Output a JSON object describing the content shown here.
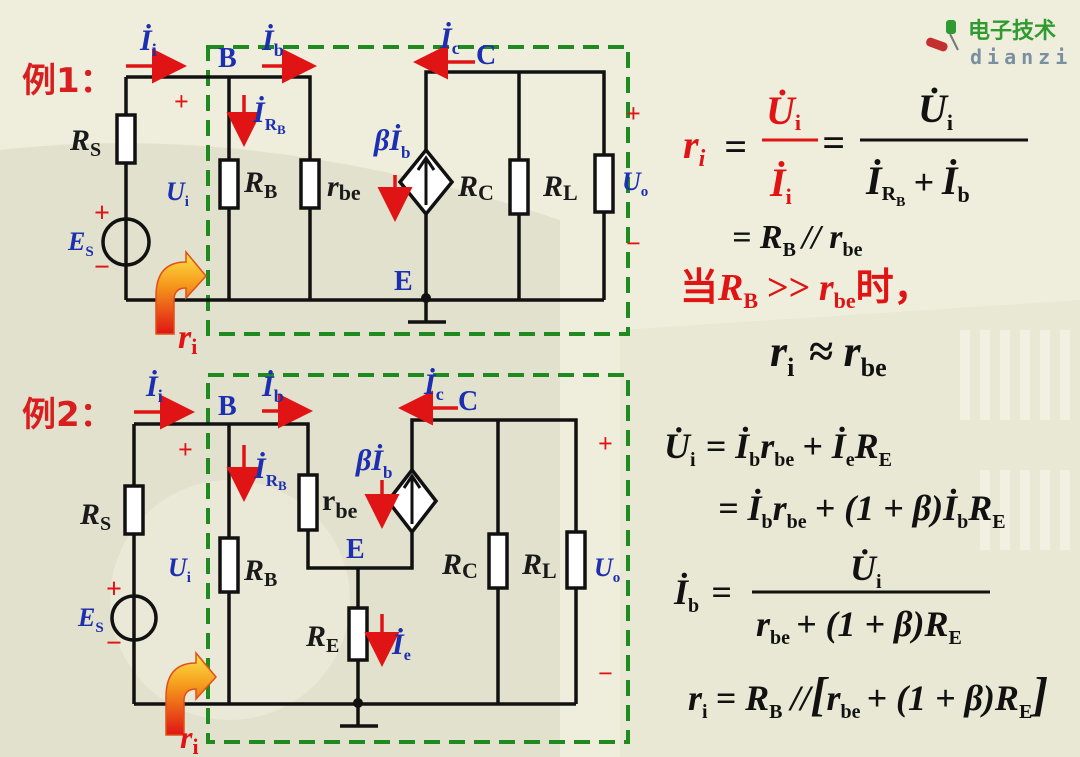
{
  "logo": {
    "cn": "电子技术",
    "en": "dianzi"
  },
  "example1": {
    "title": "例1：",
    "labels": {
      "ii": "İ",
      "ii_sub": "i",
      "ib": "İ",
      "ib_sub": "b",
      "ic": "İ",
      "ic_sub": "c",
      "node_b": "B",
      "node_c": "C",
      "node_e": "E",
      "irb": "İ",
      "irb_sub": "R",
      "irb_sub2": "B",
      "beta_ib": "βİ",
      "beta_sub": "b",
      "rs": "R",
      "rs_sub": "S",
      "rb": "R",
      "rb_sub": "B",
      "rbe": "r",
      "rbe_sub": "be",
      "rc": "R",
      "rc_sub": "C",
      "rl": "R",
      "rl_sub": "L",
      "ui": "U",
      "ui_sub": "i",
      "uo": "U",
      "uo_sub": "o",
      "es": "E",
      "es_sub": "S",
      "ri": "r",
      "ri_sub": "i",
      "plus": "+",
      "minus": "−"
    }
  },
  "example2": {
    "title": "例2：",
    "labels": {
      "ii": "İ",
      "ii_sub": "i",
      "ib": "İ",
      "ib_sub": "b",
      "ic": "İ",
      "ic_sub": "c",
      "node_b": "B",
      "node_c": "C",
      "node_e": "E",
      "irb": "İ",
      "irb_sub": "R",
      "irb_sub2": "B",
      "beta_ib": "βİ",
      "beta_sub": "b",
      "rs": "R",
      "rs_sub": "S",
      "rb": "R",
      "rb_sub": "B",
      "rbe": "r",
      "rbe_sub": "be",
      "rc": "R",
      "rc_sub": "C",
      "rl": "R",
      "rl_sub": "L",
      "re": "R",
      "re_sub": "E",
      "ie": "İ",
      "ie_sub": "e",
      "ui": "U",
      "ui_sub": "i",
      "uo": "U",
      "uo_sub": "o",
      "es": "E",
      "es_sub": "S",
      "ri": "r",
      "ri_sub": "i",
      "plus": "+",
      "minus": "−"
    }
  },
  "formulas1": {
    "ri_def": "r",
    "ri_sub": "i",
    "eq": "=",
    "frac1_num": "U̇",
    "frac1_num_sub": "i",
    "frac1_den": "İ",
    "frac1_den_sub": "i",
    "frac2_num": "U̇",
    "frac2_num_sub": "i",
    "frac2_den_a": "İ",
    "frac2_den_a_sub": "R",
    "frac2_den_a_sub2": "B",
    "frac2_den_plus": "+",
    "frac2_den_b": "İ",
    "frac2_den_b_sub": "b",
    "line2": "= R",
    "line2_sub": "B",
    "line2_rest": "// r",
    "line2_sub2": "be",
    "cond_prefix": "当",
    "cond_r": "R",
    "cond_r_sub": "B",
    "cond_gg": ">> r",
    "cond_r2_sub": "be",
    "cond_suffix": "时，",
    "approx_r": "r",
    "approx_sub": "i",
    "approx_sym": "≈ r",
    "approx_sub2": "be"
  },
  "formulas2": {
    "l1": "U̇",
    "l1_sub": "i",
    "l1_eq": "= İ",
    "l1_b": "b",
    "l1_r": "r",
    "l1_be": "be",
    "l1_plus": "+ İ",
    "l1_e": "e",
    "l1_R": "R",
    "l1_E": "E",
    "l2_eq": "= İ",
    "l2_b": "b",
    "l2_r": "r",
    "l2_be": "be",
    "l2_mid": "+ (1 + β)İ",
    "l2_b2": "b",
    "l2_R": "R",
    "l2_E": "E",
    "ib_lhs": "İ",
    "ib_sub": "b",
    "ib_eq": "=",
    "ib_num": "U̇",
    "ib_num_sub": "i",
    "ib_den_r": "r",
    "ib_den_be": "be",
    "ib_den_mid": "+ (1 + β)R",
    "ib_den_E": "E",
    "ri_lhs": "r",
    "ri_sub": "i",
    "ri_eq": "= R",
    "ri_B": "B",
    "ri_par": "//",
    "ri_bracket_l": "[",
    "ri_r": "r",
    "ri_be": "be",
    "ri_mid": "+ (1 + β)R",
    "ri_E": "E",
    "ri_bracket_r": "]"
  }
}
